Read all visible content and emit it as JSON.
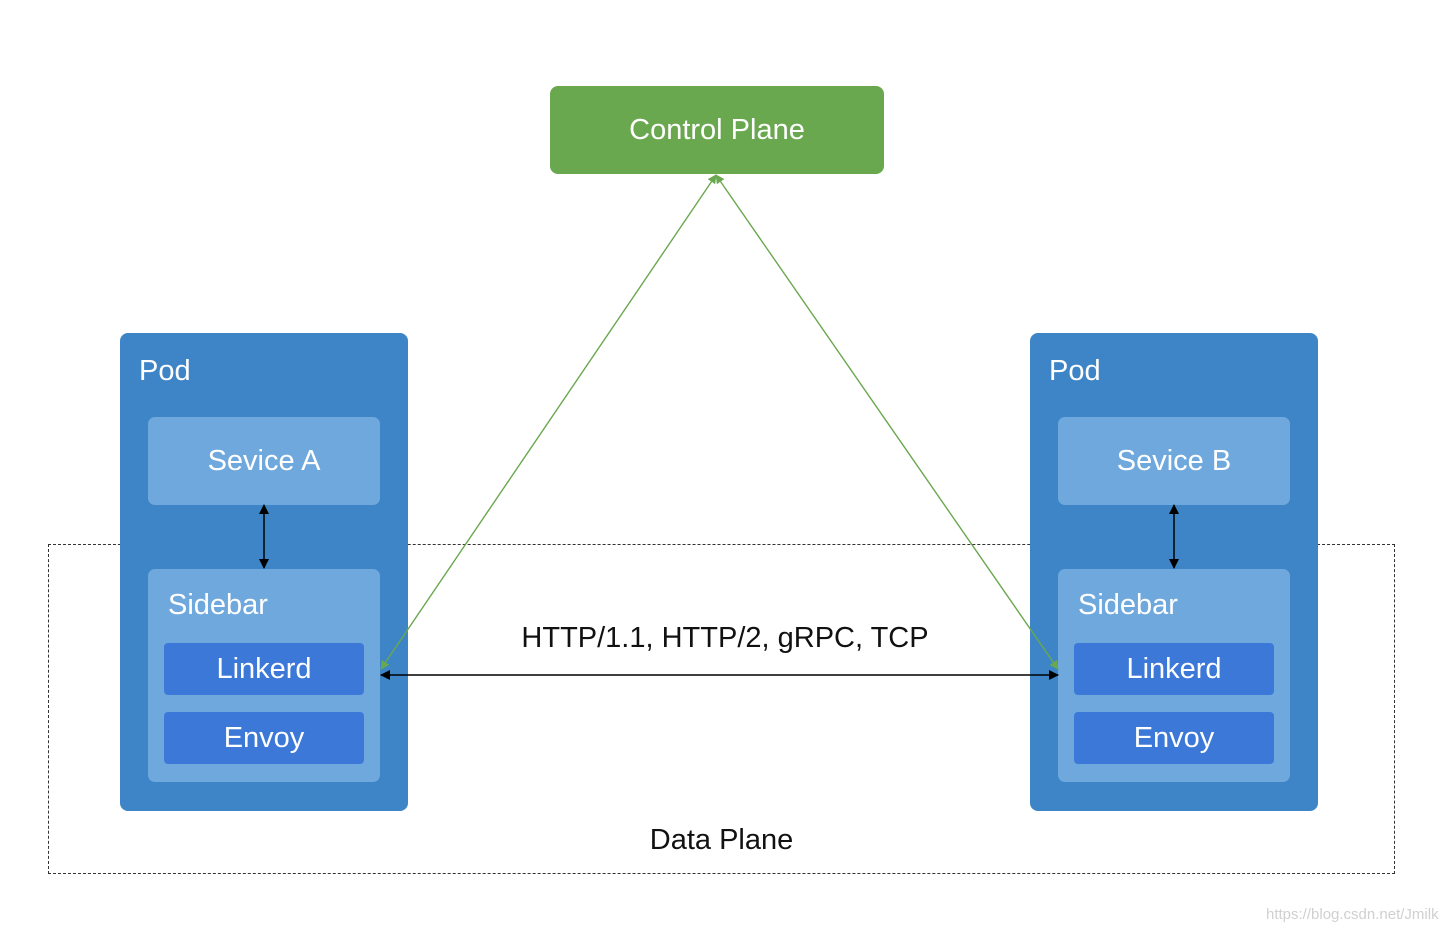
{
  "control_plane": {
    "label": "Control Plane"
  },
  "pods": [
    {
      "label": "Pod",
      "service": "Sevice A",
      "sidebar": {
        "label": "Sidebar",
        "proxies": [
          "Linkerd",
          "Envoy"
        ]
      }
    },
    {
      "label": "Pod",
      "service": "Sevice B",
      "sidebar": {
        "label": "Sidebar",
        "proxies": [
          "Linkerd",
          "Envoy"
        ]
      }
    }
  ],
  "protocols": "HTTP/1.1, HTTP/2, gRPC, TCP",
  "data_plane": {
    "label": "Data Plane"
  },
  "watermark": "https://blog.csdn.net/Jmilk",
  "colors": {
    "control_plane": "#6aa84f",
    "pod": "#3d85c6",
    "service": "#6fa8dc",
    "proxy": "#3c78d8",
    "control_arrow": "#6aa84f",
    "data_arrow": "#000000"
  }
}
